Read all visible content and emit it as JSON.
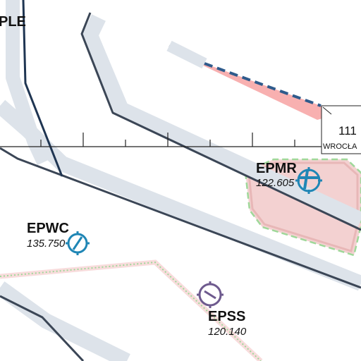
{
  "map": {
    "partial_label_top_left": "PLE",
    "airports": [
      {
        "icao": "EPMR",
        "frequency": "122.605"
      },
      {
        "icao": "EPWC",
        "frequency": "135.750"
      },
      {
        "icao": "EPSS",
        "frequency": "120.140"
      }
    ],
    "info_box": {
      "number": "111",
      "place": "WROCŁA"
    }
  },
  "colors": {
    "airway_halo": "#dde3ea",
    "airway_line": "#3b4656",
    "restricted_area_fill": "#f7a7a7",
    "restricted_area_border": "#2f5b8c",
    "zone_fill": "#f3d1d1",
    "zone_border_dashed": "#9fd89a",
    "aerodrome_blue": "#1f86b5",
    "aerodrome_purple": "#6e5a8e",
    "dotted_boundary": "#9fd89a"
  },
  "icons": [
    "airport-civil-icon",
    "airport-cross-icon",
    "airport-military-icon"
  ]
}
